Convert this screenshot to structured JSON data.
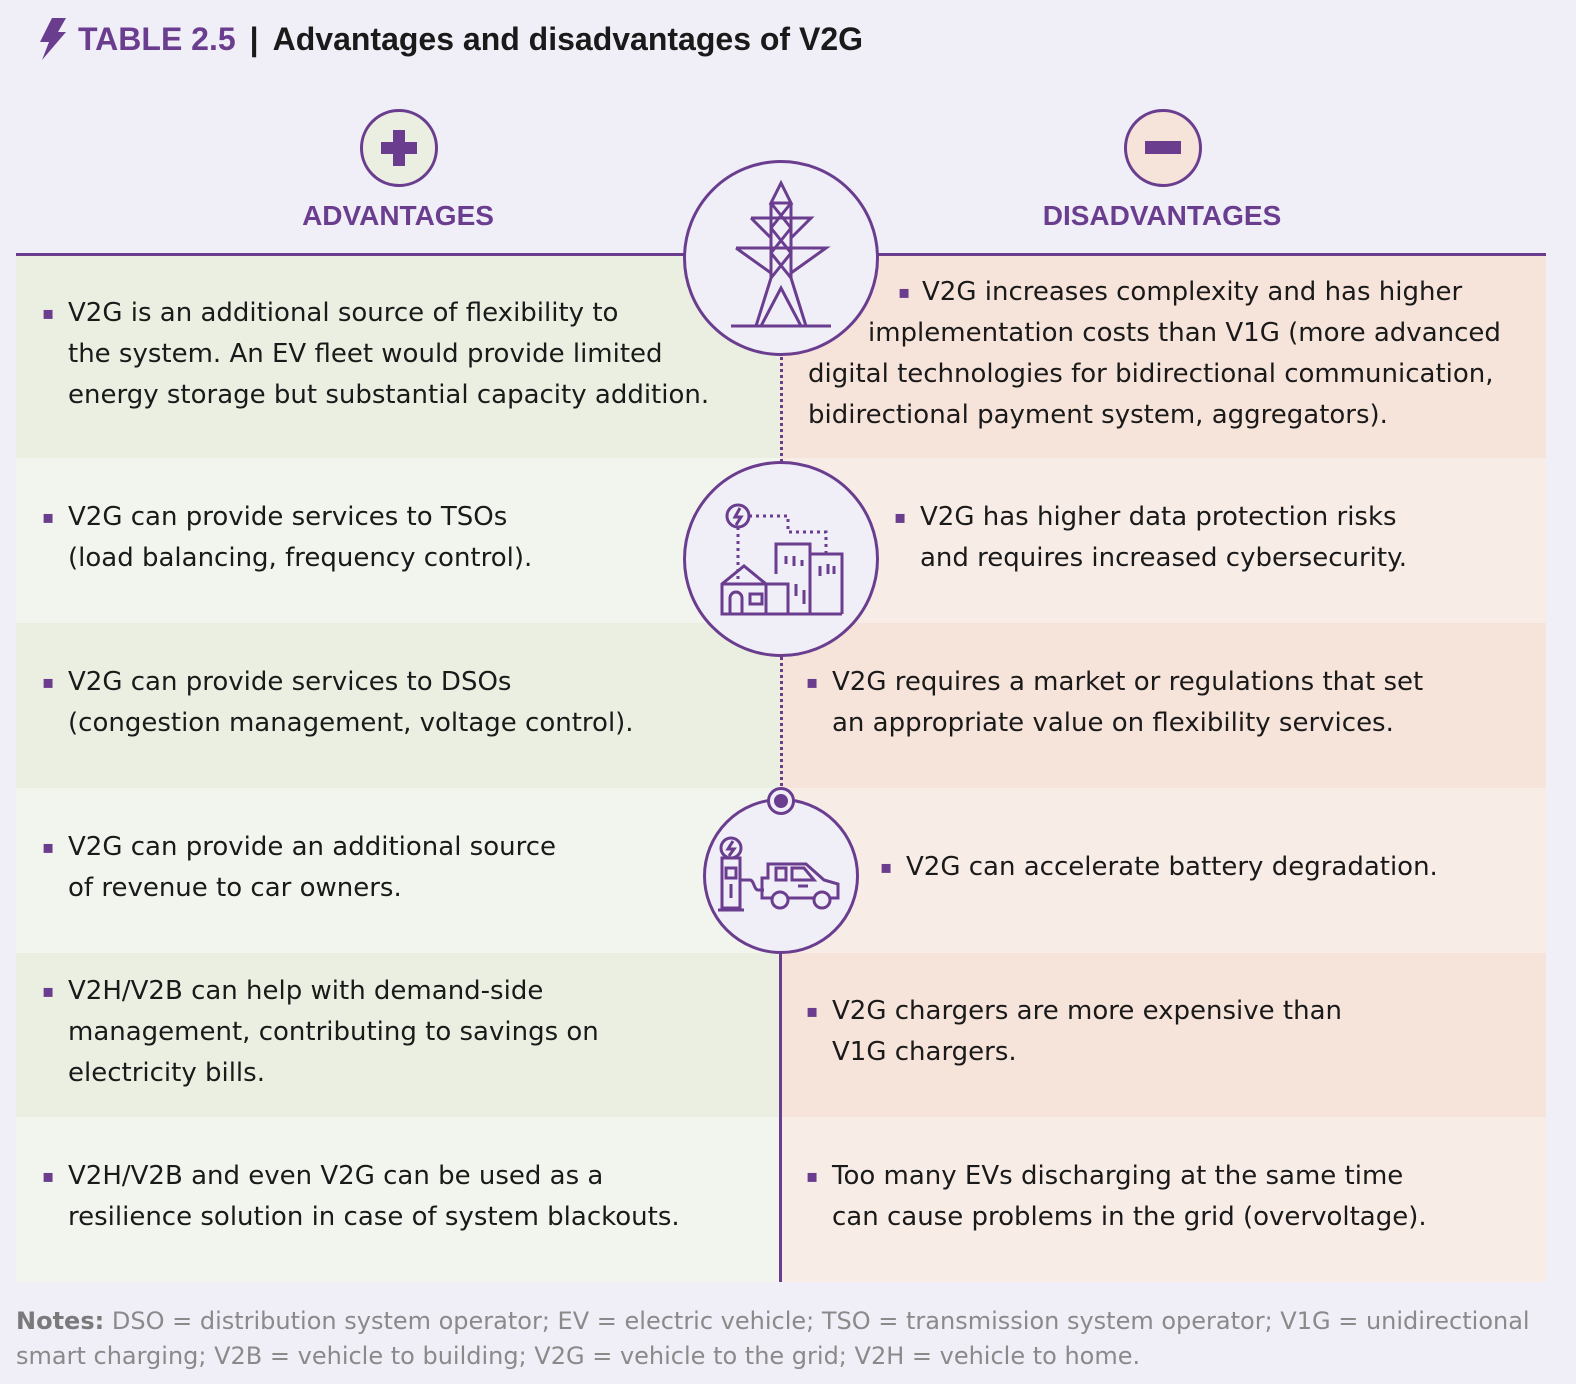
{
  "title": {
    "label": "TABLE 2.5",
    "separator": "|",
    "text": "Advantages and disadvantages of V2G"
  },
  "headers": {
    "advantages": "ADVANTAGES",
    "disadvantages": "DISADVANTAGES"
  },
  "colors": {
    "purple": "#6a3d8f",
    "background": "#f0eff8",
    "adv_dark": "#ebefe2",
    "adv_light": "#f2f5ee",
    "dis_dark": "#f6e3da",
    "dis_light": "#f8ece7"
  },
  "bullet": "▪",
  "rows": [
    {
      "advantage": [
        "V2G is an additional source of flexibility to",
        "the system. An EV fleet would provide limited",
        "energy storage but substantial capacity addition."
      ],
      "disadvantage": [
        "V2G increases complexity and has higher",
        "implementation costs than V1G (more advanced",
        "digital technologies for bidirectional communication,",
        "bidirectional payment system, aggregators)."
      ]
    },
    {
      "advantage": [
        "V2G can provide services to TSOs",
        "(load balancing, frequency control)."
      ],
      "disadvantage": [
        "V2G has higher data protection risks",
        "and requires increased cybersecurity."
      ]
    },
    {
      "advantage": [
        "V2G can provide services to DSOs",
        "(congestion management, voltage control)."
      ],
      "disadvantage": [
        "V2G requires a market or regulations that set",
        "an appropriate value on flexibility services."
      ]
    },
    {
      "advantage": [
        "V2G can provide an additional source",
        "of revenue to car owners."
      ],
      "disadvantage": [
        "V2G can accelerate battery degradation."
      ]
    },
    {
      "advantage": [
        "V2H/V2B can help with demand-side",
        "management, contributing to savings on",
        "electricity bills."
      ],
      "disadvantage": [
        "V2G chargers are more expensive than",
        "V1G chargers."
      ]
    },
    {
      "advantage": [
        "V2H/V2B and even V2G can be used as a",
        "resilience solution in case of system blackouts."
      ],
      "disadvantage": [
        "Too many EVs discharging at the same time",
        "can cause problems in the grid (overvoltage)."
      ]
    }
  ],
  "notes": {
    "label": "Notes:",
    "text": "DSO = distribution system operator; EV = electric vehicle; TSO = transmission system operator; V1G = unidirectional smart charging; V2B = vehicle to building; V2G = vehicle to the grid; V2H = vehicle to home."
  }
}
